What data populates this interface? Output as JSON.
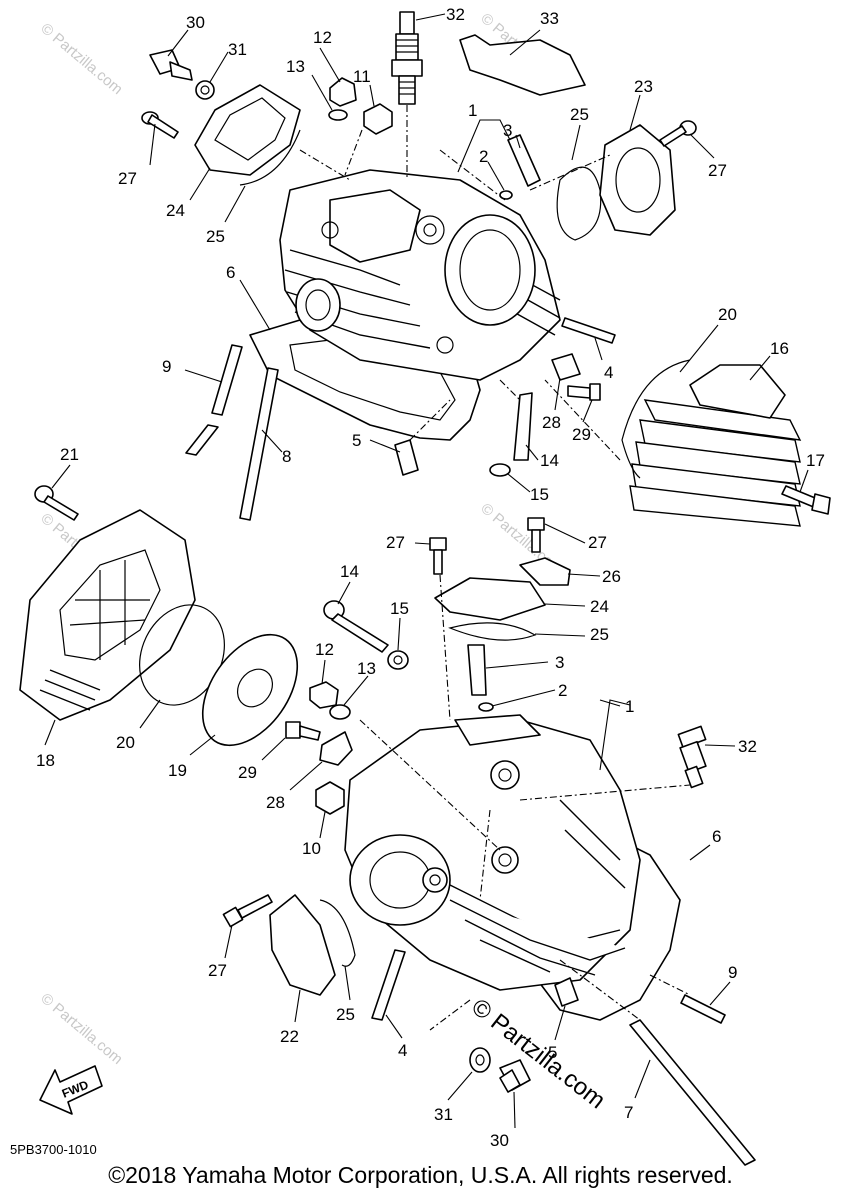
{
  "diagram": {
    "code": "5PB3700-1010",
    "copyright": "©2018  Yamaha Motor Corporation, U.S.A. All rights reserved.",
    "watermark": "© Partzilla.com",
    "fwd_label": "FWD"
  },
  "callouts": [
    {
      "id": "c30a",
      "label": "30"
    },
    {
      "id": "c32a",
      "label": "32"
    },
    {
      "id": "c33",
      "label": "33"
    },
    {
      "id": "c31a",
      "label": "31"
    },
    {
      "id": "c12a",
      "label": "12"
    },
    {
      "id": "c13a",
      "label": "13"
    },
    {
      "id": "c11",
      "label": "11"
    },
    {
      "id": "c1a",
      "label": "1"
    },
    {
      "id": "c23",
      "label": "23"
    },
    {
      "id": "c25a",
      "label": "25"
    },
    {
      "id": "c3a",
      "label": "3"
    },
    {
      "id": "c27a",
      "label": "27"
    },
    {
      "id": "c27b",
      "label": "27"
    },
    {
      "id": "c2a",
      "label": "2"
    },
    {
      "id": "c24a",
      "label": "24"
    },
    {
      "id": "c25b",
      "label": "25"
    },
    {
      "id": "c6a",
      "label": "6"
    },
    {
      "id": "c20a",
      "label": "20"
    },
    {
      "id": "c16",
      "label": "16"
    },
    {
      "id": "c9a",
      "label": "9"
    },
    {
      "id": "c4a",
      "label": "4"
    },
    {
      "id": "c28a",
      "label": "28"
    },
    {
      "id": "c29a",
      "label": "29"
    },
    {
      "id": "c5a",
      "label": "5"
    },
    {
      "id": "c8",
      "label": "8"
    },
    {
      "id": "c14a",
      "label": "14"
    },
    {
      "id": "c17",
      "label": "17"
    },
    {
      "id": "c15a",
      "label": "15"
    },
    {
      "id": "c21",
      "label": "21"
    },
    {
      "id": "c27c",
      "label": "27"
    },
    {
      "id": "c27d",
      "label": "27"
    },
    {
      "id": "c26",
      "label": "26"
    },
    {
      "id": "c14b",
      "label": "14"
    },
    {
      "id": "c24b",
      "label": "24"
    },
    {
      "id": "c15b",
      "label": "15"
    },
    {
      "id": "c25c",
      "label": "25"
    },
    {
      "id": "c3b",
      "label": "3"
    },
    {
      "id": "c12b",
      "label": "12"
    },
    {
      "id": "c13b",
      "label": "13"
    },
    {
      "id": "c2b",
      "label": "2"
    },
    {
      "id": "c1b",
      "label": "1"
    },
    {
      "id": "c18",
      "label": "18"
    },
    {
      "id": "c20b",
      "label": "20"
    },
    {
      "id": "c19",
      "label": "19"
    },
    {
      "id": "c29b",
      "label": "29"
    },
    {
      "id": "c32b",
      "label": "32"
    },
    {
      "id": "c28b",
      "label": "28"
    },
    {
      "id": "c10",
      "label": "10"
    },
    {
      "id": "c6b",
      "label": "6"
    },
    {
      "id": "c27e",
      "label": "27"
    },
    {
      "id": "c9b",
      "label": "9"
    },
    {
      "id": "c25d",
      "label": "25"
    },
    {
      "id": "c22",
      "label": "22"
    },
    {
      "id": "c4b",
      "label": "4"
    },
    {
      "id": "c5b",
      "label": "5"
    },
    {
      "id": "c31b",
      "label": "31"
    },
    {
      "id": "c7",
      "label": "7"
    },
    {
      "id": "c30b",
      "label": "30"
    }
  ]
}
